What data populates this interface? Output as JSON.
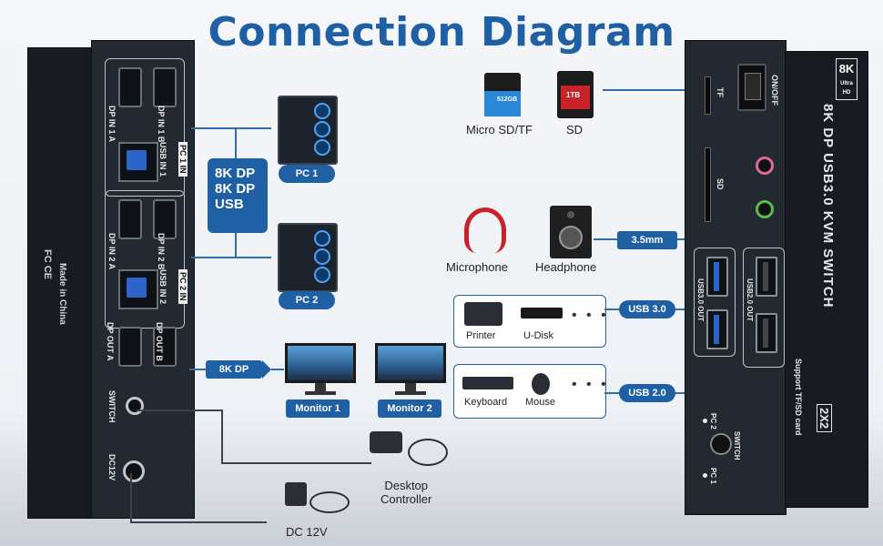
{
  "title": "Connection Diagram",
  "left_device": {
    "ports": {
      "dp_in_1a": "DP IN 1 A",
      "dp_in_1b": "DP IN 1 B",
      "usb_in_1": "USB IN 1",
      "pc1_in": "PC 1 IN",
      "dp_in_2a": "DP IN 2 A",
      "dp_in_2b": "DP IN 2 B",
      "usb_in_2": "USB IN 2",
      "pc2_in": "PC 2 IN",
      "dp_out_a": "DP OUT A",
      "dp_out_b": "DP OUT B",
      "switch": "SWITCH",
      "dc12v": "DC12V"
    },
    "side_text": "Made in China",
    "cert_marks": "FC CE"
  },
  "pc_connection_box": {
    "line1": "8K DP",
    "line2": "8K DP",
    "line3": "USB"
  },
  "pcs": [
    {
      "label": "PC 1"
    },
    {
      "label": "PC 2"
    }
  ],
  "output_link": {
    "label": "8K DP"
  },
  "monitors": [
    {
      "label": "Monitor 1"
    },
    {
      "label": "Monitor 2"
    }
  ],
  "controller": {
    "line1": "Desktop",
    "line2": "Controller"
  },
  "power": {
    "label": "DC 12V"
  },
  "storage": {
    "micro_sd_label": "Micro SD/TF",
    "sd_label": "SD",
    "micro_sd_card_text": "512GB",
    "sd_card_text": "1TB"
  },
  "audio": {
    "microphone_label": "Microphone",
    "headphone_label": "Headphone",
    "link_label": "3.5mm"
  },
  "usb30_group": {
    "link_label": "USB 3.0",
    "items": [
      {
        "label": "Printer"
      },
      {
        "label": "U-Disk"
      }
    ],
    "more": "• • •"
  },
  "usb20_group": {
    "link_label": "USB 2.0",
    "items": [
      {
        "label": "Keyboard"
      },
      {
        "label": "Mouse"
      }
    ],
    "more": "• • •"
  },
  "right_device": {
    "logo_text": "8K",
    "logo_sub": "Ultra HD",
    "onoff": "ON/OFF",
    "tf": "TF",
    "sd": "SD",
    "usb30_out": "USB3.0 OUT",
    "usb20_out": "USB2.0 OUT",
    "product_name": "8K DP USB3.0 KVM SWITCH",
    "model_badge": "2X2",
    "tagline": "Support TF/SD card",
    "pc2": "PC 2",
    "pc1": "PC 1",
    "switch": "SWITCH"
  },
  "colors": {
    "accent": "#1f5fa3",
    "device_body": "#20252c",
    "wire": "#2f6fa8"
  }
}
